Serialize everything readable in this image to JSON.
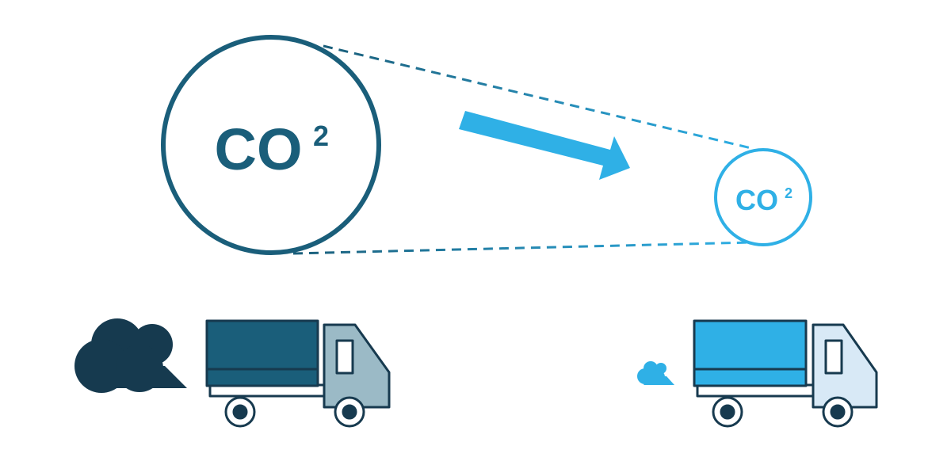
{
  "labels": {
    "large_formula": "CO",
    "large_superscript": "2",
    "small_formula": "CO",
    "small_superscript": "2"
  },
  "colors": {
    "dark_navy": "#163a4f",
    "dark_teal": "#1a5e7a",
    "bright_blue": "#2fb0e6",
    "light_blue_fill": "#d8e9f6",
    "grey_blue_fill": "#9bbac6",
    "outline": "#173a4f",
    "background": "#ffffff"
  },
  "icons": {
    "large_circle": "co2-large-circle-icon",
    "small_circle": "co2-small-circle-icon",
    "arrow": "reduction-arrow-icon",
    "big_cloud": "exhaust-cloud-large-icon",
    "small_cloud": "exhaust-cloud-small-icon",
    "left_truck": "truck-dark-icon",
    "right_truck": "truck-light-icon"
  }
}
